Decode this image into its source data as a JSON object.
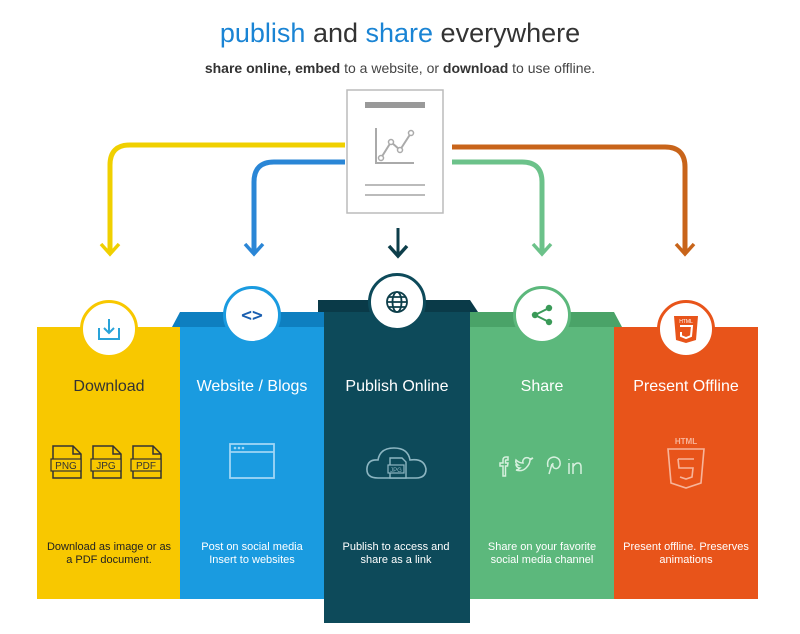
{
  "header": {
    "title_parts": [
      "publish",
      " and ",
      "share",
      " everywhere"
    ],
    "subtitle_parts": [
      "share online,",
      " ",
      "embed",
      " to a website, or ",
      "download",
      " to use offline."
    ]
  },
  "cards": [
    {
      "label": "Download",
      "desc": "Download as image or as a PDF document.",
      "color": "#f8c800",
      "icon": "download-icon"
    },
    {
      "label": "Website / Blogs",
      "desc": "Post on social media Insert to websites",
      "color": "#1a9be0",
      "icon": "code-icon"
    },
    {
      "label": "Publish Online",
      "desc": "Publish to access and share as a link",
      "color": "#0d4a5a",
      "icon": "globe-icon"
    },
    {
      "label": "Share",
      "desc": "Share on your favorite social media channel",
      "color": "#5cb87c",
      "icon": "share-icon"
    },
    {
      "label": "Present Offline",
      "desc": "Present offline. Preserves animations",
      "color": "#e8541a",
      "icon": "html5-icon"
    }
  ],
  "file_badges": [
    "PNG",
    "JPG",
    "PDF"
  ],
  "cloud_badge": "JPG",
  "html_text": "HTML",
  "arrow_colors": {
    "download": "#f0d000",
    "website": "#2a86d6",
    "publish": "#0d3e4a",
    "share": "#6cc28a",
    "offline": "#c8641a"
  }
}
